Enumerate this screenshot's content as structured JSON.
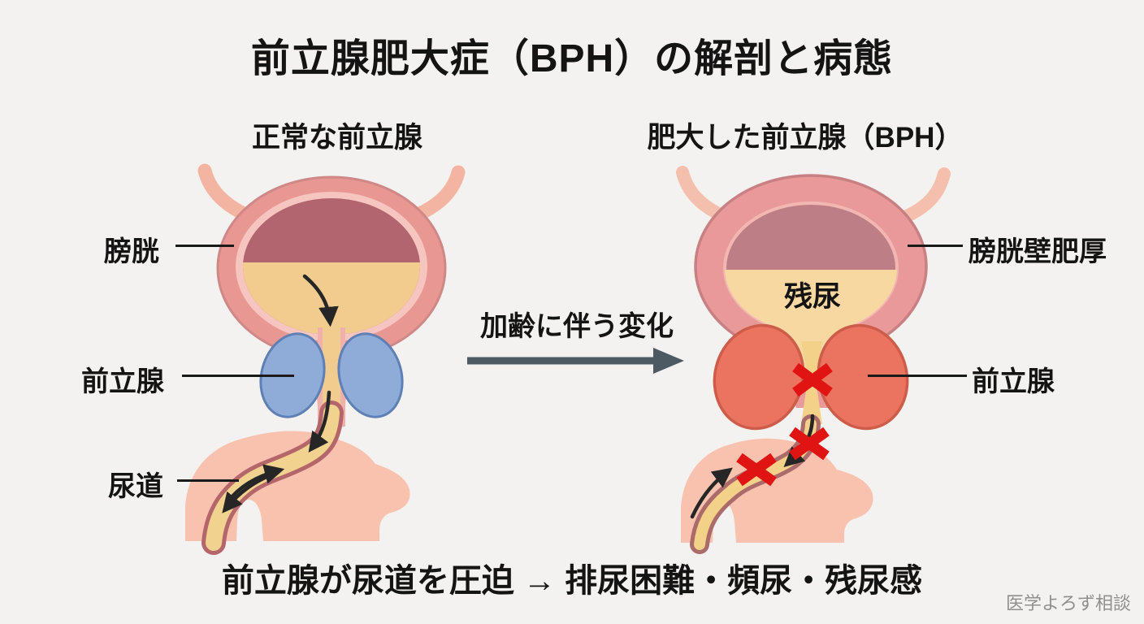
{
  "title": "前立腺肥大症（BPH）の解剖と病態",
  "left_panel": {
    "subtitle": "正常な前立腺",
    "labels": {
      "bladder": "膀胱",
      "prostate": "前立腺",
      "urethra": "尿道"
    }
  },
  "transition": {
    "label": "加齢に伴う変化"
  },
  "right_panel": {
    "subtitle": "肥大した前立腺（BPH）",
    "labels": {
      "bladder_wall": "膀胱壁肥厚",
      "residual_urine": "残尿",
      "prostate": "前立腺"
    }
  },
  "caption": "前立腺が尿道を圧迫 → 排尿困難・頻尿・残尿感",
  "watermark": "医学よろず相談",
  "colors": {
    "background": "#f4f2f0",
    "text": "#141414",
    "bladder_wall_normal": "#e89793",
    "bladder_wall_bph": "#e9999a",
    "bladder_inner_rim": "#f6c5c0",
    "urine_dark_normal": "#b2646f",
    "urine_dark_bph": "#bd7e86",
    "urine_yellow_normal": "#f2cc8e",
    "urine_yellow_bph": "#f7d8a0",
    "ureter": "#f4b4a2",
    "prostate_normal": "#8fabd8",
    "prostate_normal_border": "#5f80b4",
    "prostate_enlarged": "#ea7460",
    "prostate_enlarged_border": "#cd5c49",
    "urethra_border": "#b4666a",
    "flesh": "#f8c2af",
    "blocked_x": "#e11414",
    "flow_arrow": "#262626",
    "transition_arrow": "#4d5963",
    "watermark_color": "#8f8f8f"
  }
}
